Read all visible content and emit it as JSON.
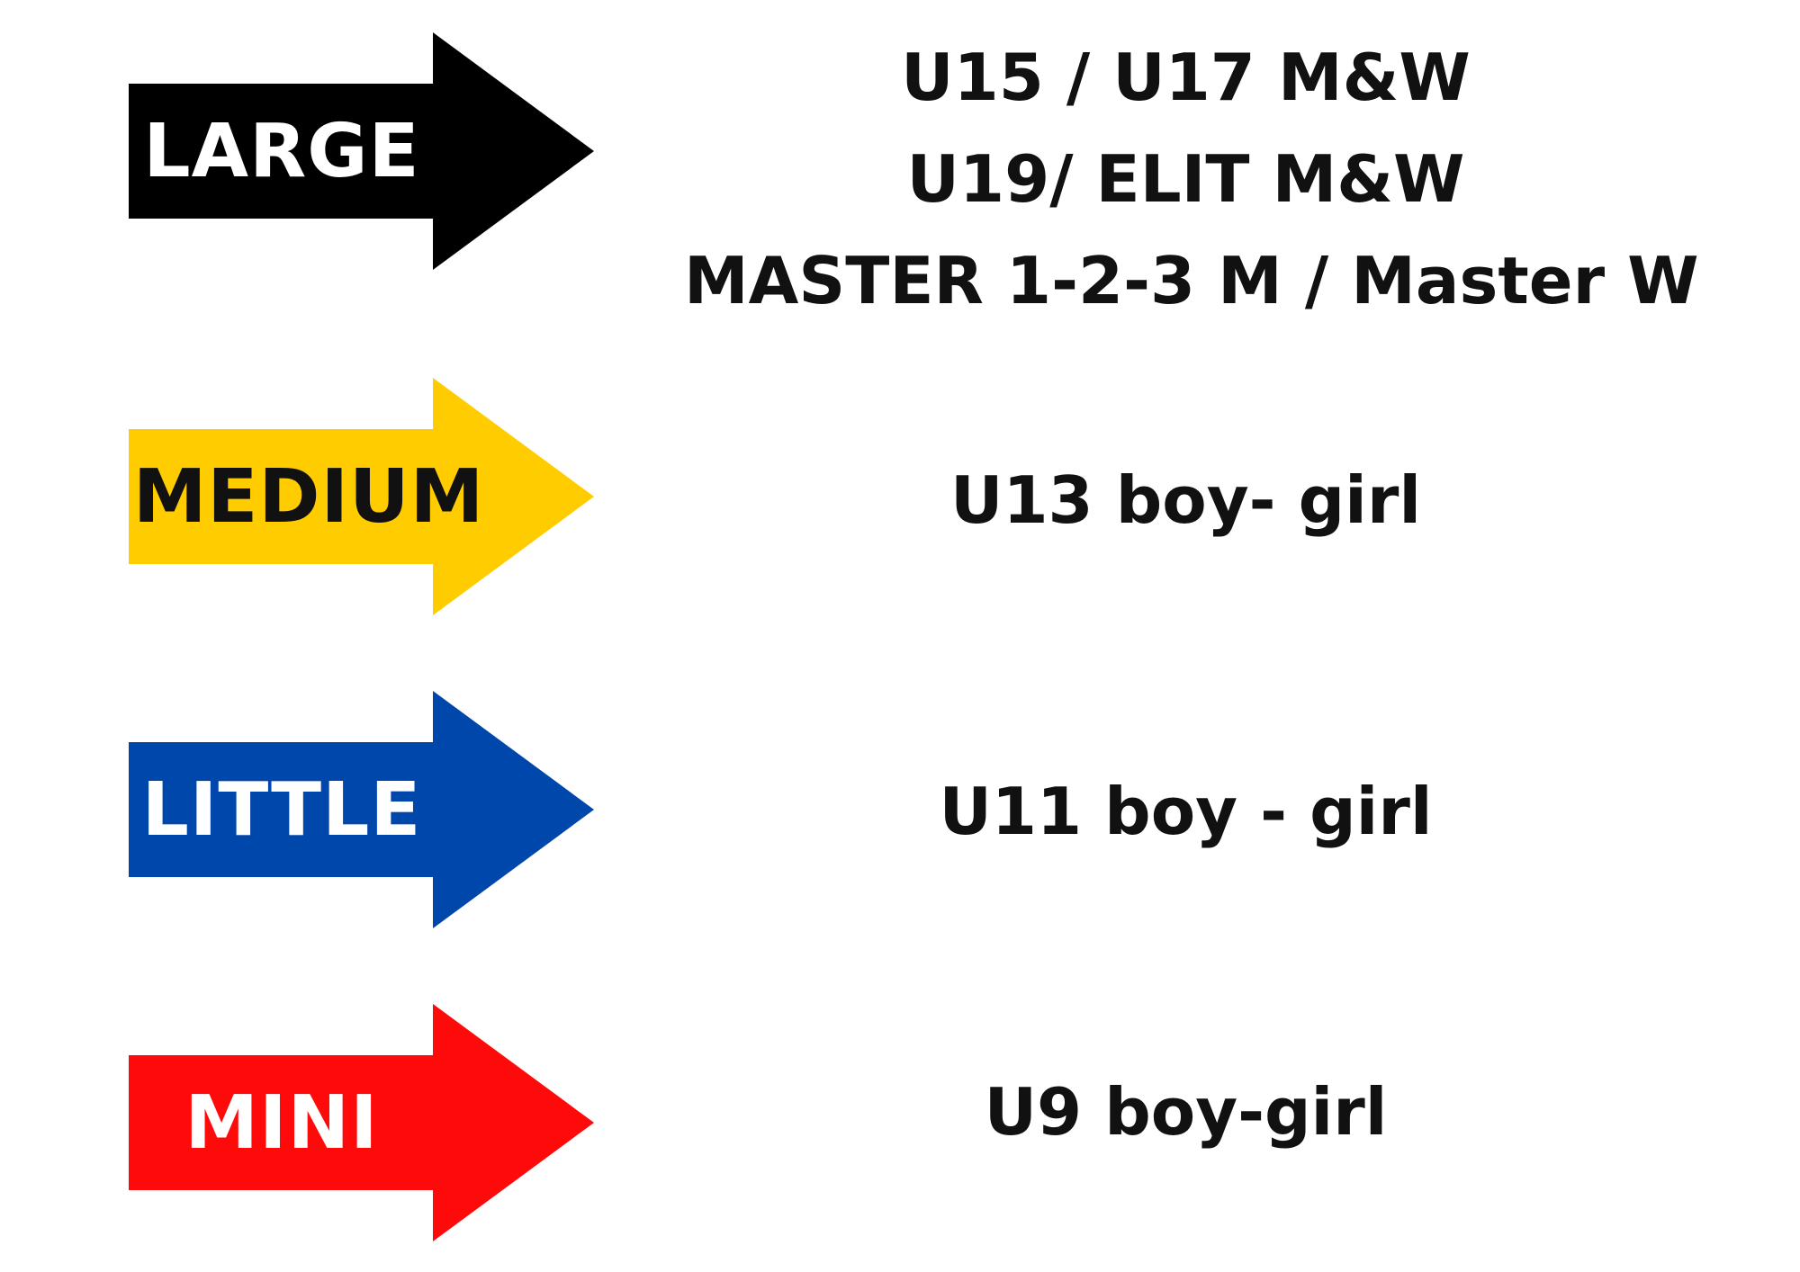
{
  "rows": [
    {
      "label": "LARGE",
      "arrow_color": "#000000",
      "label_color": "#ffffff",
      "lines": [
        "U15 / U17 M&W",
        "U19/ ELIT M&W",
        "MASTER 1-2-3 M / Master W"
      ]
    },
    {
      "label": "MEDIUM",
      "arrow_color": "#ffcc00",
      "label_color": "#111111",
      "lines": [
        "U13 boy- girl"
      ]
    },
    {
      "label": "LITTLE",
      "arrow_color": "#0047ab",
      "label_color": "#ffffff",
      "lines": [
        "U11 boy - girl"
      ]
    },
    {
      "label": "MINI",
      "arrow_color": "#ff0a0a",
      "label_color": "#ffffff",
      "lines": [
        "U9 boy-girl"
      ]
    }
  ]
}
